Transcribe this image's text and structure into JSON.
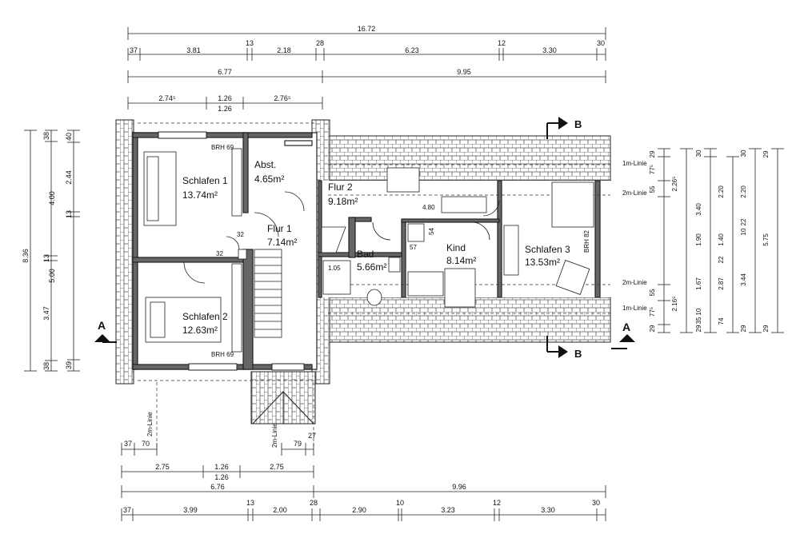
{
  "rooms": {
    "schlafen1": {
      "name": "Schlafen 1",
      "area": "13.74m²"
    },
    "abst": {
      "name": "Abst.",
      "area": "4.65m²"
    },
    "flur2": {
      "name": "Flur 2",
      "area": "9.18m²"
    },
    "flur1": {
      "name": "Flur 1",
      "area": "7.14m²"
    },
    "bad": {
      "name": "Bad",
      "area": "5.66m²"
    },
    "kind": {
      "name": "Kind",
      "area": "8.14m²"
    },
    "schlafen3": {
      "name": "Schlafen 3",
      "area": "13.53m²"
    },
    "schlafen2": {
      "name": "Schlafen 2",
      "area": "12.63m²"
    }
  },
  "labels": {
    "brh69_top": "BRH 69",
    "brh69_bottom": "BRH 69",
    "brh82": "BRH 82",
    "dim_480": "4.80",
    "dim_105": "1.05",
    "dim_54": "54",
    "dim_57": "57",
    "dim_32a": "32",
    "dim_32b": "32",
    "section_a": "A",
    "section_b": "B",
    "line_1m": "1m-Linie",
    "line_2m": "2m-Linie"
  },
  "dims_top": {
    "total": "16.72",
    "row1": [
      "37",
      "3.81",
      "13",
      "2.18",
      "28",
      "6.23",
      "12",
      "3.30",
      "30"
    ],
    "row2": [
      "6.77",
      "9.95"
    ],
    "row3": [
      "2.74⁵",
      "1.26",
      "2.76⁵"
    ],
    "row3b": "1.26"
  },
  "dims_bottom": {
    "small": [
      "37",
      "70",
      "79",
      "27"
    ],
    "row1": [
      "2.75",
      "1.26",
      "2.75"
    ],
    "row1b": "1.26",
    "row2": [
      "6.76",
      "9.96"
    ],
    "row3": [
      "37",
      "3.99",
      "13",
      "2.00",
      "28",
      "2.90",
      "10",
      "3.23",
      "12",
      "3.30",
      "30"
    ]
  },
  "dims_left": {
    "total": "8.36",
    "col2": [
      "38",
      "13",
      "3.47",
      "38"
    ],
    "col3": [
      "4.00",
      "5.00"
    ],
    "col4": [
      "40",
      "2.44",
      "13",
      "39"
    ]
  },
  "dims_right": {
    "col1": [
      "29",
      "77⁵",
      "55",
      "55",
      "77⁵",
      "29"
    ],
    "col2": [
      "2.26⁵",
      "2.16⁵"
    ],
    "col3": [
      "30",
      "3.40",
      "1.90",
      "1.67",
      "10",
      "35",
      "29"
    ],
    "col4": [
      "2.20",
      "1.40",
      "22",
      "2.87",
      "74"
    ],
    "col5": [
      "30",
      "2.20",
      "22",
      "10",
      "3.44",
      "29"
    ],
    "col6": [
      "29",
      "5.75",
      "29"
    ]
  }
}
